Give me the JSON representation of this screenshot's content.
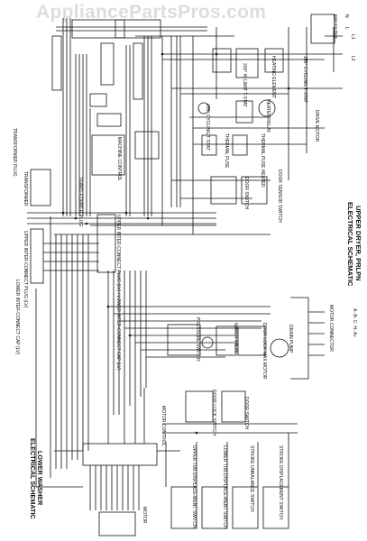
{
  "watermark": "AppliancePartsPros.com",
  "titles": {
    "upper": "UPPER DRYER, PRLPN",
    "upper_sub": "ELECTRICAL SCHEMATIC",
    "lower": "LOWER WASHER",
    "lower_sub": "ELECTRICAL SCHEMATIC"
  },
  "labels": {
    "transformer_plug": "TRANSFORMER PLUG",
    "transformer": "TRANSFORMER",
    "machine_control": "MACHINE CONTROL",
    "transformer_plug2": "TRANS-FORMER PLUG",
    "door_switch": "DOOR SWITCH",
    "door_sensor_switch": "DOOR SENSOR SWITCH",
    "heater_relay": "HEATER RELAY",
    "thermal_fuse": "THERMAL FUSE",
    "thermal_fuse_heater": "THERMAL FUSE HEATER",
    "hi_limit": "200° HI LIMIT T-STAT",
    "heating_element": "HEATING ELEMENT",
    "cycling_tstat": "155° CYCLING T-STAT",
    "drive_motor": "DRIVE MOTOR",
    "cycling_tstat2": "155° CYCLING T-STAT",
    "upper_interconnect": "UPPER INTER-CONNECT PLUG (LV)",
    "lower_interconnect_cap": "LOWER INTER-CONNECT CAP (LV)",
    "upper_interconnect2": "UPPER INTER-CONNECT PLUG (LV) / LOWER INTER-CONNECT CAP (LV)",
    "pressure_switch": "PRESSURE SWITCH",
    "water_valve": "WATER VALVE",
    "door_lock": "DOOR LOCK WAX MOTOR",
    "drain_pump": "DRAIN PUMP",
    "motor_connector": "MOTOR CONNECTOR",
    "motor_pins": "A- B- C- H- A+",
    "door_lock_switch": "DOOR LOCK SWITCH",
    "door_switch2": "DOOR SWITCH",
    "upper_tub": "UPPER TUB DISPLACE-MENT SWITCH",
    "lower_tub": "LOWER TUB DISPLACE-MENT SWITCH",
    "stroke_unbalance": "STROKE UNBALANCE SWITCH",
    "stroke_displacement": "STROKE DISPLACEMENT SWITCH",
    "motor_control": "MOTOR CONTROL",
    "motor": "MOTOR",
    "line1": "L1",
    "line2": "L2",
    "emi_filter": "EMI FILTER",
    "plug_n": "N",
    "plug_l": "L"
  }
}
